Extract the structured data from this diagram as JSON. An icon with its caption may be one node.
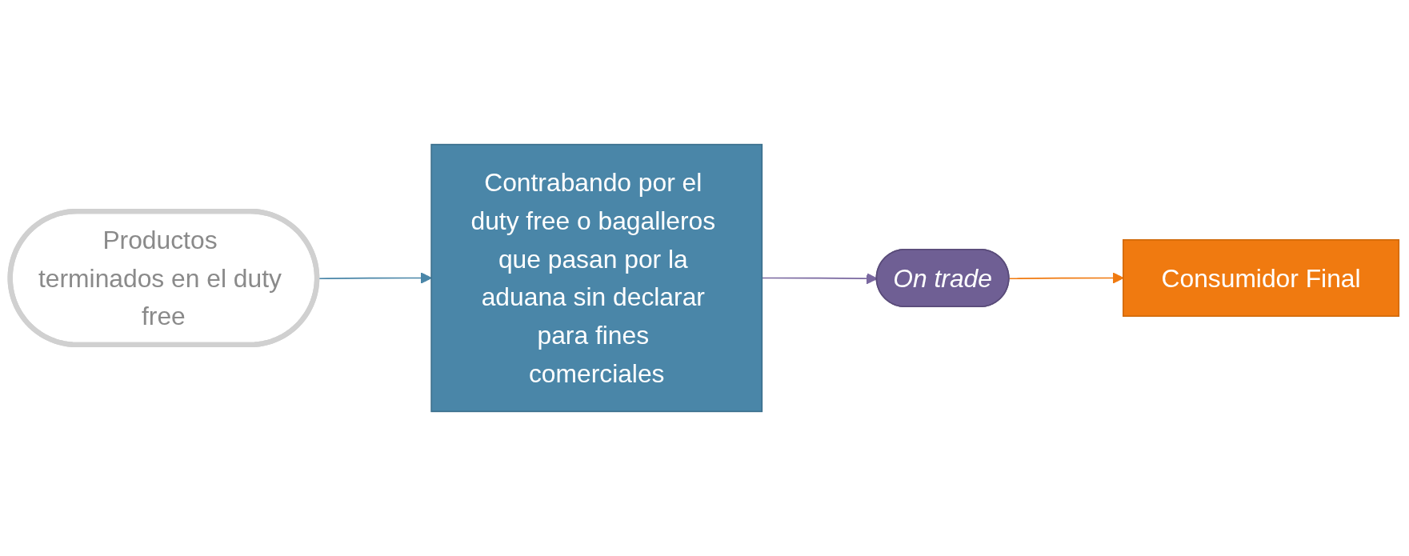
{
  "diagram": {
    "nodes": [
      {
        "text": [
          "Productos terminados en el duty free"
        ]
      },
      {
        "text": [
          "Contrabando por el duty free o bagalleros que pasan por la aduana sin declarar para fines comerciales"
        ]
      },
      {
        "text": [
          "On trade"
        ]
      },
      {
        "text": [
          "Consumidor Final"
        ]
      }
    ],
    "edges": [
      {
        "from": 0,
        "to": 1,
        "arrow": "to",
        "color": "#4a86a8"
      },
      {
        "from": 1,
        "to": 2,
        "arrow": "to",
        "color": "#7a68a0"
      },
      {
        "from": 2,
        "to": 3,
        "arrow": "to",
        "color": "#f07a10"
      }
    ]
  }
}
